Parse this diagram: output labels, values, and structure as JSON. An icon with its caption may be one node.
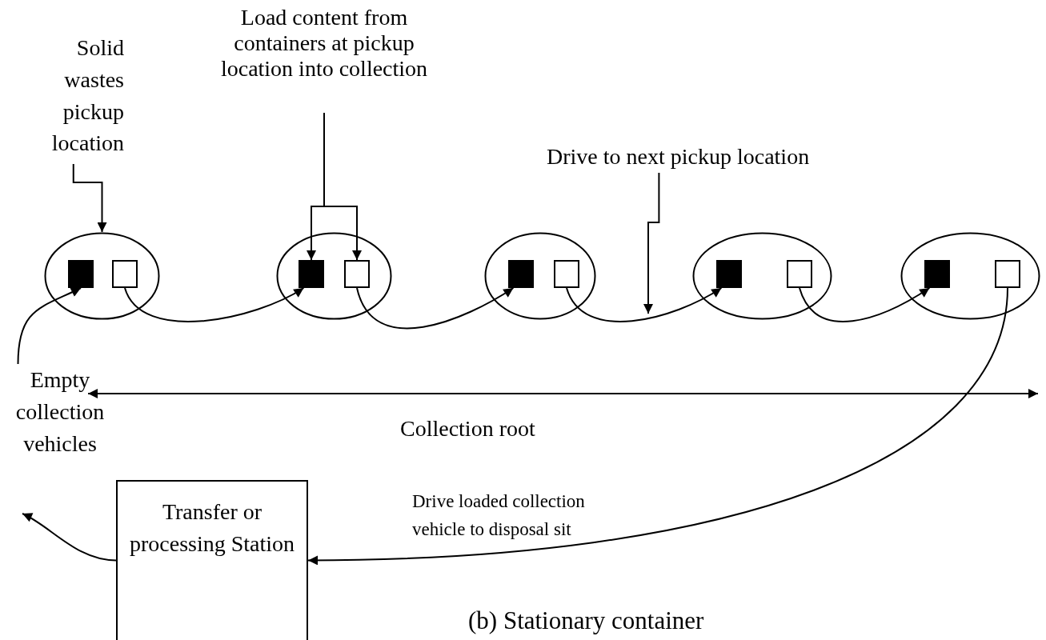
{
  "diagram": {
    "caption": "(b) Stationary container",
    "nodes": [
      {
        "text": [
          "Solid wastes pickup location"
        ]
      },
      {
        "text": [],
        "shape": "ellipse"
      },
      {
        "text": [],
        "shape": "box",
        "in": 1
      },
      {
        "text": [],
        "shape": "box",
        "in": 1
      },
      {
        "text": [
          "Load content from containers at pickup location into collection"
        ]
      },
      {
        "text": [],
        "shape": "ellipse"
      },
      {
        "text": [],
        "shape": "box",
        "in": 5
      },
      {
        "text": [],
        "shape": "box",
        "in": 5
      },
      {
        "text": [
          "Drive to next pickup location"
        ]
      },
      {
        "text": [],
        "shape": "ellipse"
      },
      {
        "text": [],
        "shape": "box",
        "in": 9
      },
      {
        "text": [],
        "shape": "box",
        "in": 9
      },
      {
        "text": [],
        "shape": "ellipse"
      },
      {
        "text": [],
        "shape": "box",
        "in": 12
      },
      {
        "text": [],
        "shape": "box",
        "in": 12
      },
      {
        "text": [],
        "shape": "ellipse"
      },
      {
        "text": [],
        "shape": "box",
        "in": 15
      },
      {
        "text": [],
        "shape": "box",
        "in": 15
      },
      {
        "text": [
          "Empty collection vehicles"
        ]
      },
      {
        "text": [
          "Transfer or processing Station"
        ]
      }
    ],
    "edges": [
      {
        "from": 0,
        "to": 1,
        "arrow": "to"
      },
      {
        "from": 4,
        "to": 6,
        "arrow": "to"
      },
      {
        "from": 4,
        "to": 7,
        "arrow": "to"
      },
      {
        "from": 8,
        "to": null,
        "arrow": "to"
      },
      {
        "from": 18,
        "to": 2,
        "arrow": "to"
      },
      {
        "from": 3,
        "to": 6,
        "arrow": "to"
      },
      {
        "from": 7,
        "to": 10,
        "arrow": "to"
      },
      {
        "from": 11,
        "to": 13,
        "arrow": "to"
      },
      {
        "from": 14,
        "to": 16,
        "arrow": "to"
      },
      {
        "from": 17,
        "to": 19,
        "arrow": "to",
        "label": "Drive loaded collection vehicle to disposal sit"
      },
      {
        "from": 19,
        "to": null,
        "arrow": "to"
      }
    ],
    "labels": [
      "Collection root"
    ]
  }
}
